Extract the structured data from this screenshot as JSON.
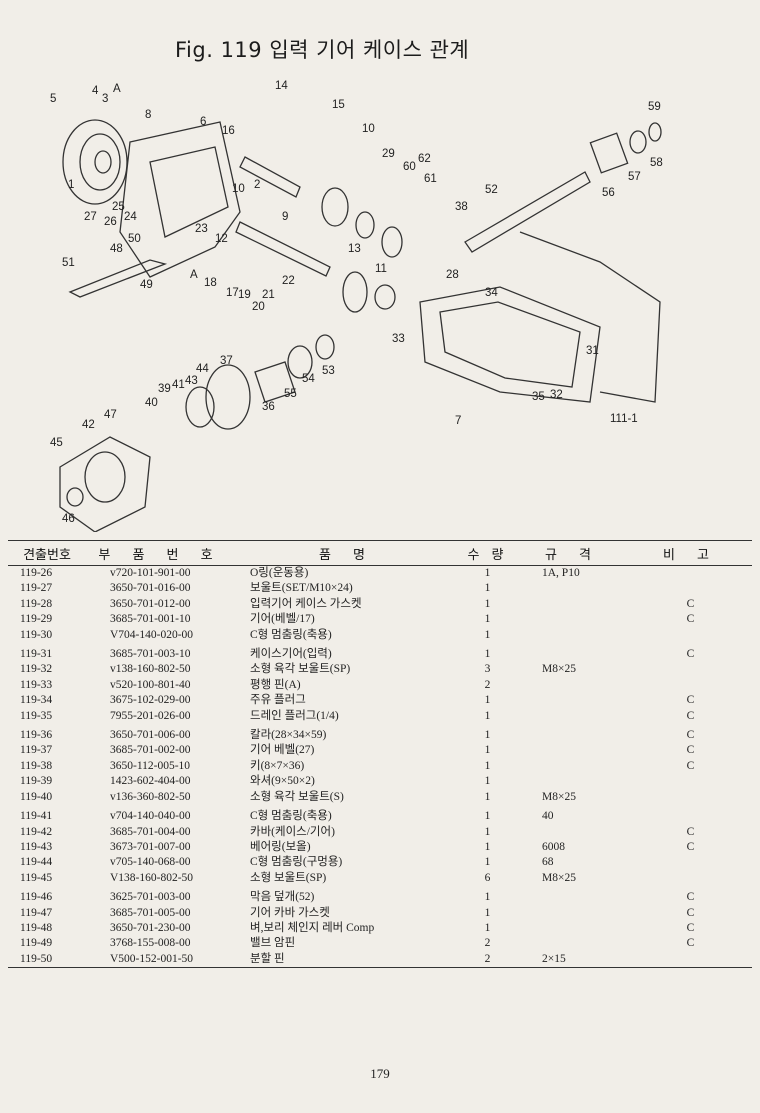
{
  "title": "Fig. 119  입력 기어 케이스 관계",
  "diagram": {
    "callouts": [
      "1",
      "2",
      "3",
      "4",
      "5",
      "6",
      "7",
      "8",
      "9",
      "10",
      "10",
      "11",
      "12",
      "13",
      "14",
      "15",
      "16",
      "17",
      "18",
      "19",
      "20",
      "21",
      "22",
      "23",
      "24",
      "25",
      "26",
      "27",
      "28",
      "29",
      "31",
      "32",
      "33",
      "34",
      "35",
      "36",
      "37",
      "39",
      "40",
      "41",
      "42",
      "43",
      "44",
      "45",
      "46",
      "47",
      "48",
      "49",
      "50",
      "51",
      "52",
      "53",
      "54",
      "55",
      "56",
      "57",
      "58",
      "59",
      "60",
      "61",
      "62",
      "111-1",
      "A",
      "A"
    ]
  },
  "table": {
    "headers": {
      "fig": "견출번호",
      "part_no": "부 품 번 호",
      "name": "품        명",
      "qty": "수 량",
      "spec": "규 격",
      "note": "비 고"
    },
    "rows": [
      {
        "fig": "119-26",
        "part": "v720-101-901-00",
        "name": "O링(운동용)",
        "qty": "1",
        "spec": "1A, P10",
        "note": ""
      },
      {
        "fig": "119-27",
        "part": "3650-701-016-00",
        "name": "보울트(SET/M10×24)",
        "qty": "1",
        "spec": "",
        "note": ""
      },
      {
        "fig": "119-28",
        "part": "3650-701-012-00",
        "name": "입력기어 케이스 가스켓",
        "qty": "1",
        "spec": "",
        "note": "C"
      },
      {
        "fig": "119-29",
        "part": "3685-701-001-10",
        "name": "기어(베벨/17)",
        "qty": "1",
        "spec": "",
        "note": "C"
      },
      {
        "fig": "119-30",
        "part": "V704-140-020-00",
        "name": "C형 멈춤링(축용)",
        "qty": "1",
        "spec": "",
        "note": ""
      },
      {
        "fig": "119-31",
        "part": "3685-701-003-10",
        "name": "케이스기어(입력)",
        "qty": "1",
        "spec": "",
        "note": "C"
      },
      {
        "fig": "119-32",
        "part": "v138-160-802-50",
        "name": "소형 육각 보울트(SP)",
        "qty": "3",
        "spec": "M8×25",
        "note": ""
      },
      {
        "fig": "119-33",
        "part": "v520-100-801-40",
        "name": "평행 핀(A)",
        "qty": "2",
        "spec": "",
        "note": ""
      },
      {
        "fig": "119-34",
        "part": "3675-102-029-00",
        "name": "주유 플러그",
        "qty": "1",
        "spec": "",
        "note": "C"
      },
      {
        "fig": "119-35",
        "part": "7955-201-026-00",
        "name": "드레인 플러그(1/4)",
        "qty": "1",
        "spec": "",
        "note": "C"
      },
      {
        "fig": "119-36",
        "part": "3650-701-006-00",
        "name": "칼라(28×34×59)",
        "qty": "1",
        "spec": "",
        "note": "C"
      },
      {
        "fig": "119-37",
        "part": "3685-701-002-00",
        "name": "기어 베벨(27)",
        "qty": "1",
        "spec": "",
        "note": "C"
      },
      {
        "fig": "119-38",
        "part": "3650-112-005-10",
        "name": "키(8×7×36)",
        "qty": "1",
        "spec": "",
        "note": "C"
      },
      {
        "fig": "119-39",
        "part": "1423-602-404-00",
        "name": "와셔(9×50×2)",
        "qty": "1",
        "spec": "",
        "note": ""
      },
      {
        "fig": "119-40",
        "part": "v136-360-802-50",
        "name": "소형 육각 보울트(S)",
        "qty": "1",
        "spec": "M8×25",
        "note": ""
      },
      {
        "fig": "119-41",
        "part": "v704-140-040-00",
        "name": "C형 멈춤링(축용)",
        "qty": "1",
        "spec": "40",
        "note": ""
      },
      {
        "fig": "119-42",
        "part": "3685-701-004-00",
        "name": "카바(케이스/기어)",
        "qty": "1",
        "spec": "",
        "note": "C"
      },
      {
        "fig": "119-43",
        "part": "3673-701-007-00",
        "name": "베어링(보올)",
        "qty": "1",
        "spec": "6008",
        "note": "C"
      },
      {
        "fig": "119-44",
        "part": "v705-140-068-00",
        "name": "C형 멈춤링(구멍용)",
        "qty": "1",
        "spec": "68",
        "note": ""
      },
      {
        "fig": "119-45",
        "part": "V138-160-802-50",
        "name": "소형 보울트(SP)",
        "qty": "6",
        "spec": "M8×25",
        "note": ""
      },
      {
        "fig": "119-46",
        "part": "3625-701-003-00",
        "name": "막음 덮개(52)",
        "qty": "1",
        "spec": "",
        "note": "C"
      },
      {
        "fig": "119-47",
        "part": "3685-701-005-00",
        "name": "기어 카바 가스켓",
        "qty": "1",
        "spec": "",
        "note": "C"
      },
      {
        "fig": "119-48",
        "part": "3650-701-230-00",
        "name": "벼,보리 체인지 레버 Comp",
        "qty": "1",
        "spec": "",
        "note": "C"
      },
      {
        "fig": "119-49",
        "part": "3768-155-008-00",
        "name": "밸브 암핀",
        "qty": "2",
        "spec": "",
        "note": "C"
      },
      {
        "fig": "119-50",
        "part": "V500-152-001-50",
        "name": "분할 핀",
        "qty": "2",
        "spec": "2×15",
        "note": ""
      }
    ]
  },
  "page_number": "179"
}
